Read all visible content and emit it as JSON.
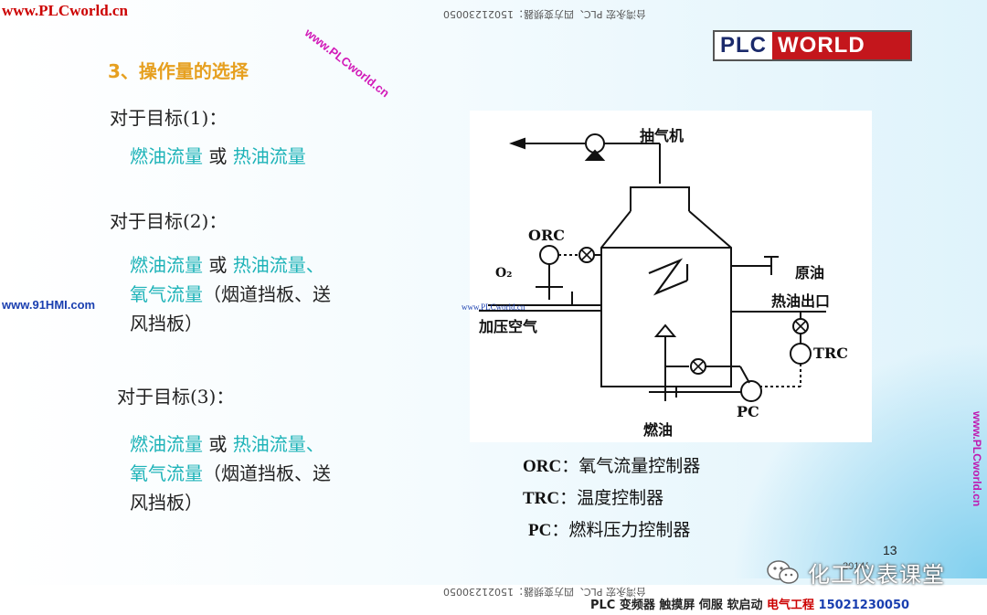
{
  "watermarks": {
    "top_left": "www.PLCworld.cn",
    "diagonal": "www.PLCworld.cn",
    "phone_top": "台湾永宏 PLC、四方变频器：15021230050",
    "phone_bottom": "台湾永宏 PLC、四方变频器：15021230050",
    "right_vertical": "www.PLCworld.cn",
    "left_91hmi": "www.91HMI.com",
    "small_center": "www.PLCworld.cn"
  },
  "logo": {
    "part1": "PLC",
    "part2": "WORLD"
  },
  "section_title": "3、操作量的选择",
  "goals": [
    {
      "heading": "对于目标(1)：",
      "lines": [
        [
          {
            "t": "燃油流量",
            "c": "cyan"
          },
          {
            "t": " 或 ",
            "c": "dark"
          },
          {
            "t": "热油流量",
            "c": "cyan"
          }
        ]
      ]
    },
    {
      "heading": "对于目标(2)：",
      "lines": [
        [
          {
            "t": "燃油流量",
            "c": "cyan"
          },
          {
            "t": " 或 ",
            "c": "dark"
          },
          {
            "t": "热油流量、",
            "c": "cyan"
          }
        ],
        [
          {
            "t": "氧气流量",
            "c": "cyan"
          },
          {
            "t": "（烟道挡板、送",
            "c": "dark"
          }
        ],
        [
          {
            "t": "风挡板）",
            "c": "dark"
          }
        ]
      ]
    },
    {
      "heading": "对于目标(3)：",
      "lines": [
        [
          {
            "t": "燃油流量",
            "c": "cyan"
          },
          {
            "t": " 或 ",
            "c": "dark"
          },
          {
            "t": "热油流量、",
            "c": "cyan"
          }
        ],
        [
          {
            "t": "氧气流量",
            "c": "cyan"
          },
          {
            "t": "（烟道挡板、送",
            "c": "dark"
          }
        ],
        [
          {
            "t": "风挡板）",
            "c": "dark"
          }
        ]
      ]
    }
  ],
  "diagram": {
    "labels": {
      "exhaust_fan": "抽气机",
      "orc": "ORC",
      "o2": "O₂",
      "crude_oil": "原油",
      "hot_oil_out": "热油出口",
      "pressurized_air": "加压空气",
      "trc": "TRC",
      "pc": "PC",
      "fuel_oil": "燃油"
    }
  },
  "legend": [
    {
      "code": "ORC",
      "desc": "：氧气流量控制器"
    },
    {
      "code": "TRC",
      "desc": "：温度控制器"
    },
    {
      "code": "PC",
      "desc": "：燃料压力控制器"
    }
  ],
  "page_number": "13",
  "page_number_sub": "2014/",
  "footer": {
    "products": "PLC 变频器 触摸屏 伺服 软启动",
    "highlight": "电气工程",
    "phone": "15021230050"
  },
  "wechat": {
    "name": "化工仪表课堂"
  },
  "colors": {
    "title": "#e6a020",
    "highlight": "#1eb3b8",
    "logo_red": "#c4161c"
  }
}
